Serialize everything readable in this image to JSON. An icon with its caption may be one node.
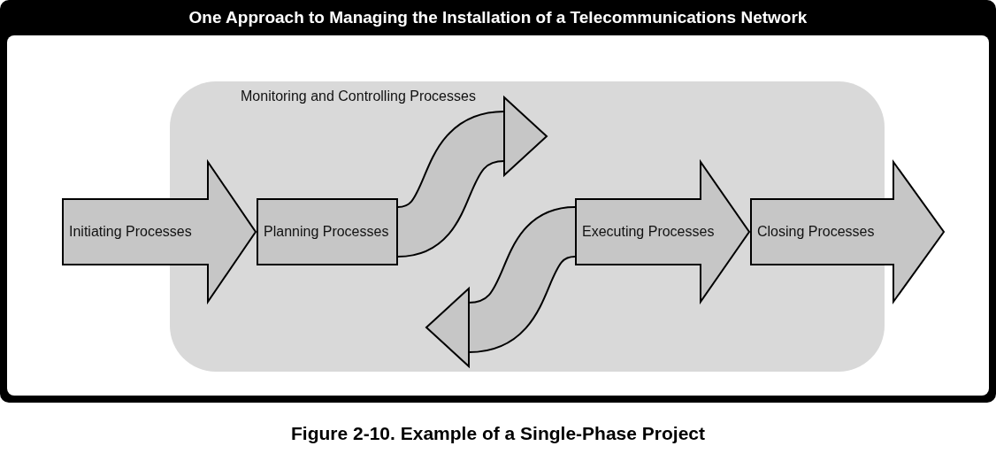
{
  "diagram": {
    "title": "One Approach to Managing the Installation of a Telecommunications Network",
    "caption": "Figure 2-10. Example of a Single-Phase Project",
    "nodes": [
      {
        "text": [
          "Monitoring and Controlling Processes"
        ]
      },
      {
        "text": [
          "Initiating Processes"
        ]
      },
      {
        "text": [
          "Planning Processes"
        ],
        "in": 0
      },
      {
        "text": [
          "Executing Processes"
        ],
        "in": 0
      },
      {
        "text": [
          "Closing Processes"
        ]
      }
    ],
    "edges": [
      {
        "from": 2,
        "to": 3,
        "arrow": "to"
      },
      {
        "from": 3,
        "to": 2,
        "arrow": "to"
      }
    ]
  }
}
